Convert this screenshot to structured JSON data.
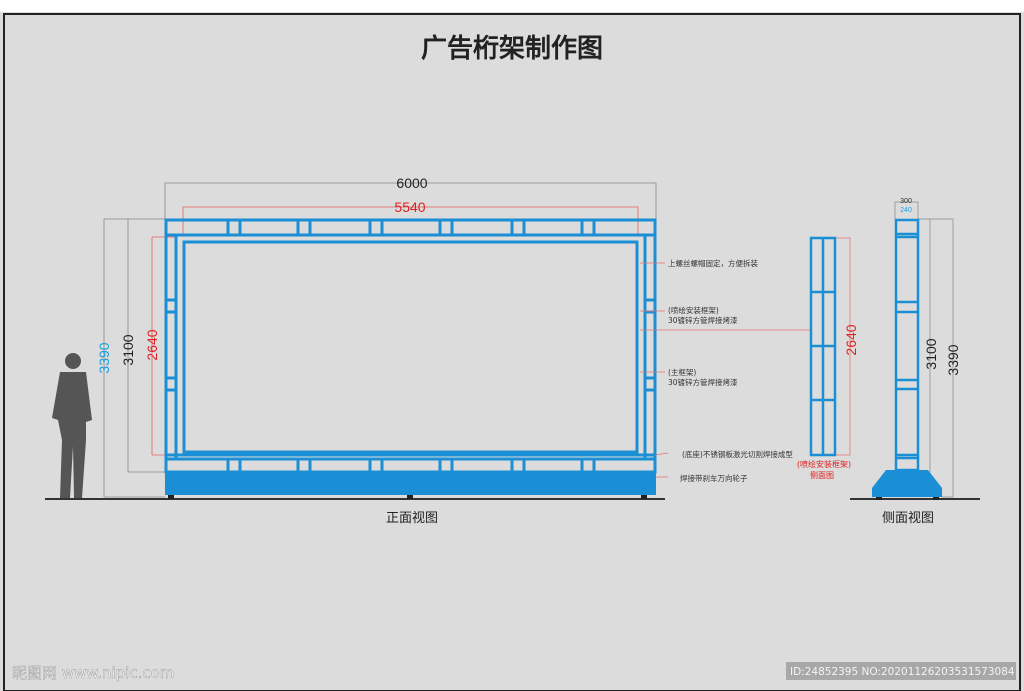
{
  "title": "广告桁架制作图",
  "front_view": {
    "label": "正面视图",
    "dims": {
      "overall_width": "6000",
      "inner_width": "5540",
      "overall_height": "3390",
      "frame_height": "3100",
      "inner_height": "2640"
    },
    "notes": [
      "上螺丝螺帽固定，方便拆装",
      "(喷绘安装框架)",
      "30镀锌方管焊接烤漆",
      "(主框架)",
      "30镀锌方管焊接烤漆",
      "(底座)不锈钢板激光切割焊接成型",
      "焊接带刹车万向轮子"
    ]
  },
  "frame_side": {
    "dim": "2640",
    "caption_1": "(喷绘安装框架)",
    "caption_2": "侧面图"
  },
  "side_view": {
    "label": "侧面视图",
    "dims": {
      "depth": "300",
      "inner_depth": "240",
      "frame_height": "3100",
      "overall_height": "3390"
    }
  },
  "watermark": {
    "site": "昵图网 www.nipic.com",
    "id": "ID:24852395 NO:20201126203531573084"
  },
  "colors": {
    "frame": "#1a8fd6",
    "base": "#1a8fd6",
    "red_dim": "#e02020",
    "cyan_dim": "#1aa0e0"
  }
}
